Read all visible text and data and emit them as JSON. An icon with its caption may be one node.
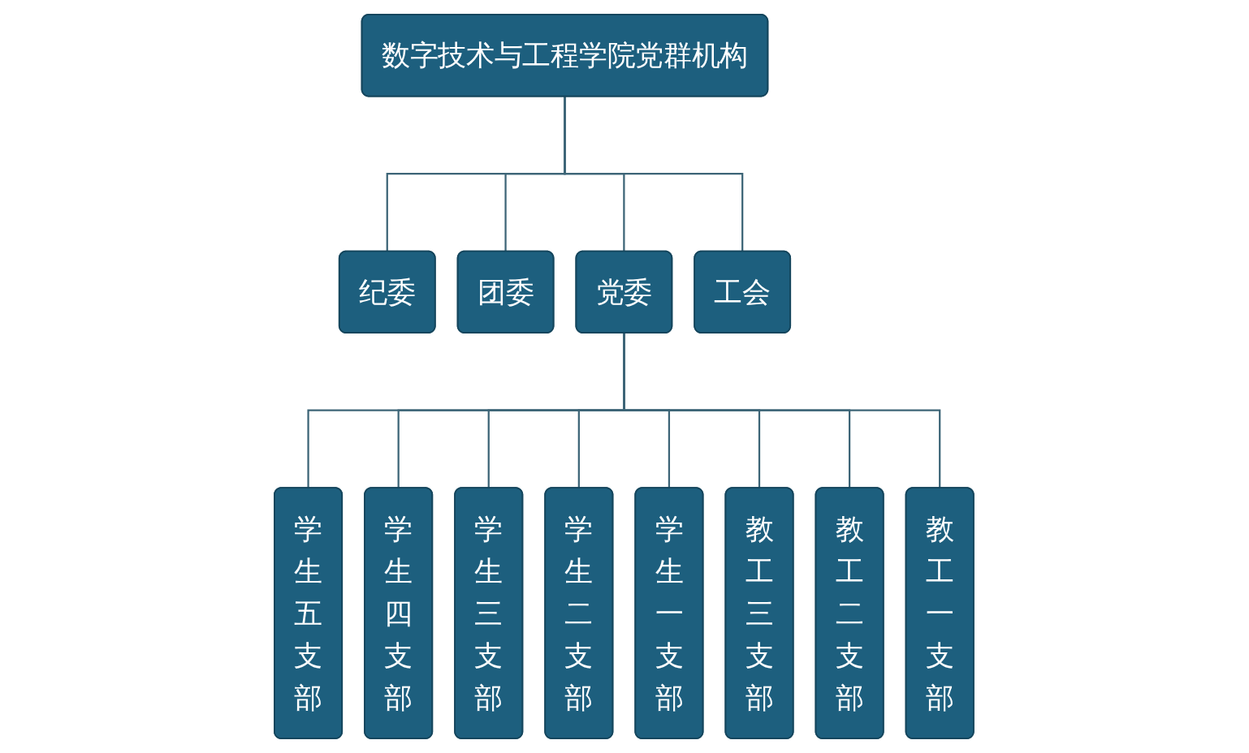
{
  "diagram": {
    "nodes": [
      {
        "text": [
          "数字技术与工程学院党群机构"
        ]
      },
      {
        "text": [
          "纪委"
        ]
      },
      {
        "text": [
          "团委"
        ]
      },
      {
        "text": [
          "党委"
        ]
      },
      {
        "text": [
          "工会"
        ]
      },
      {
        "text": [
          "学生五支部"
        ]
      },
      {
        "text": [
          "学生四支部"
        ]
      },
      {
        "text": [
          "学生三支部"
        ]
      },
      {
        "text": [
          "学生二支部"
        ]
      },
      {
        "text": [
          "学生一支部"
        ]
      },
      {
        "text": [
          "教工三支部"
        ]
      },
      {
        "text": [
          "教工二支部"
        ]
      },
      {
        "text": [
          "教工一支部"
        ]
      }
    ],
    "edges": [
      {
        "from": 0,
        "to": 1,
        "arrow": "none"
      },
      {
        "from": 0,
        "to": 2,
        "arrow": "none"
      },
      {
        "from": 0,
        "to": 3,
        "arrow": "none"
      },
      {
        "from": 0,
        "to": 4,
        "arrow": "none"
      },
      {
        "from": 3,
        "to": 5,
        "arrow": "none"
      },
      {
        "from": 3,
        "to": 6,
        "arrow": "none"
      },
      {
        "from": 3,
        "to": 7,
        "arrow": "none"
      },
      {
        "from": 3,
        "to": 8,
        "arrow": "none"
      },
      {
        "from": 3,
        "to": 9,
        "arrow": "none"
      },
      {
        "from": 3,
        "to": 10,
        "arrow": "none"
      },
      {
        "from": 3,
        "to": 11,
        "arrow": "none"
      },
      {
        "from": 3,
        "to": 12,
        "arrow": "none"
      }
    ]
  }
}
